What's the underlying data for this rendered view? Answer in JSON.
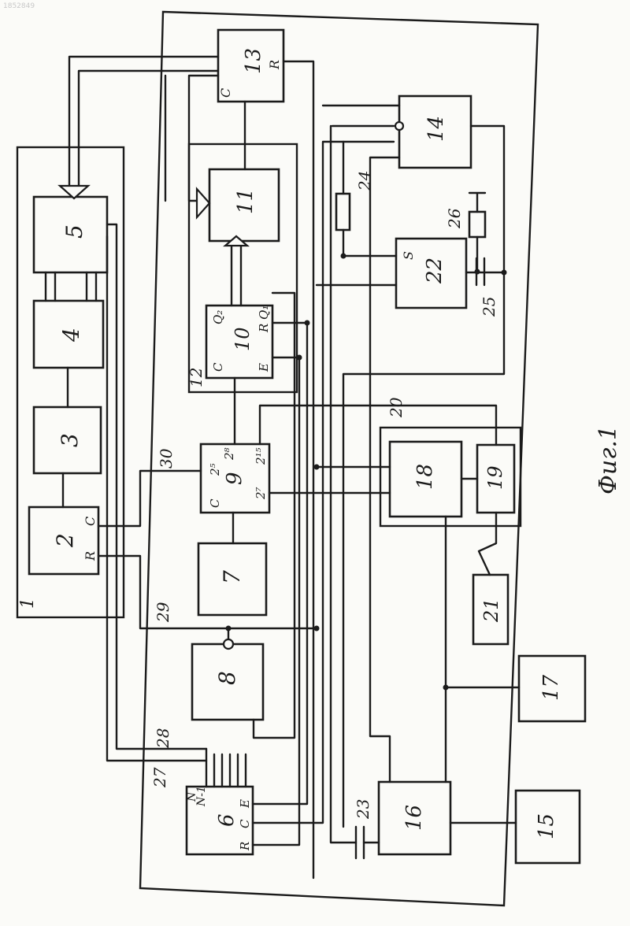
{
  "colors": {
    "ink": "#1b1b1b",
    "paper": "#fbfbf8"
  },
  "figure_caption": "Фиг.1",
  "corner_mark": "1852849",
  "blocks": {
    "b1": "1",
    "b2": "2",
    "b3": "3",
    "b4": "4",
    "b5": "5",
    "b6": "6",
    "b7": "7",
    "b8": "8",
    "b9": "9",
    "b10": "10",
    "b11": "11",
    "b12": "12",
    "b13": "13",
    "b14": "14",
    "b15": "15",
    "b16": "16",
    "b17": "17",
    "b18": "18",
    "b19": "19",
    "b20": "20",
    "b21": "21",
    "b22": "22"
  },
  "components": {
    "c23": "23",
    "c24": "24",
    "c25": "25",
    "c26": "26"
  },
  "bus_labels": {
    "l27": "27",
    "l28": "28",
    "l29": "29",
    "l30": "30"
  },
  "pins": {
    "b2_c": "C",
    "b2_r": "R",
    "b6_c": "C",
    "b6_r": "R",
    "b6_e": "E",
    "b6_n": "N",
    "b6_n1": "N-1",
    "b9_c": "C",
    "b9_q5": "2⁵",
    "b9_q8": "2⁸",
    "b9_q15": "2¹⁵",
    "b9_q7": "2⁷",
    "b10_c": "C",
    "b10_e": "E",
    "b10_r": "R",
    "b10_q1": "Q₁",
    "b10_q2": "Q₂",
    "b13_c": "C",
    "b13_r": "R",
    "b22_s": "S"
  }
}
